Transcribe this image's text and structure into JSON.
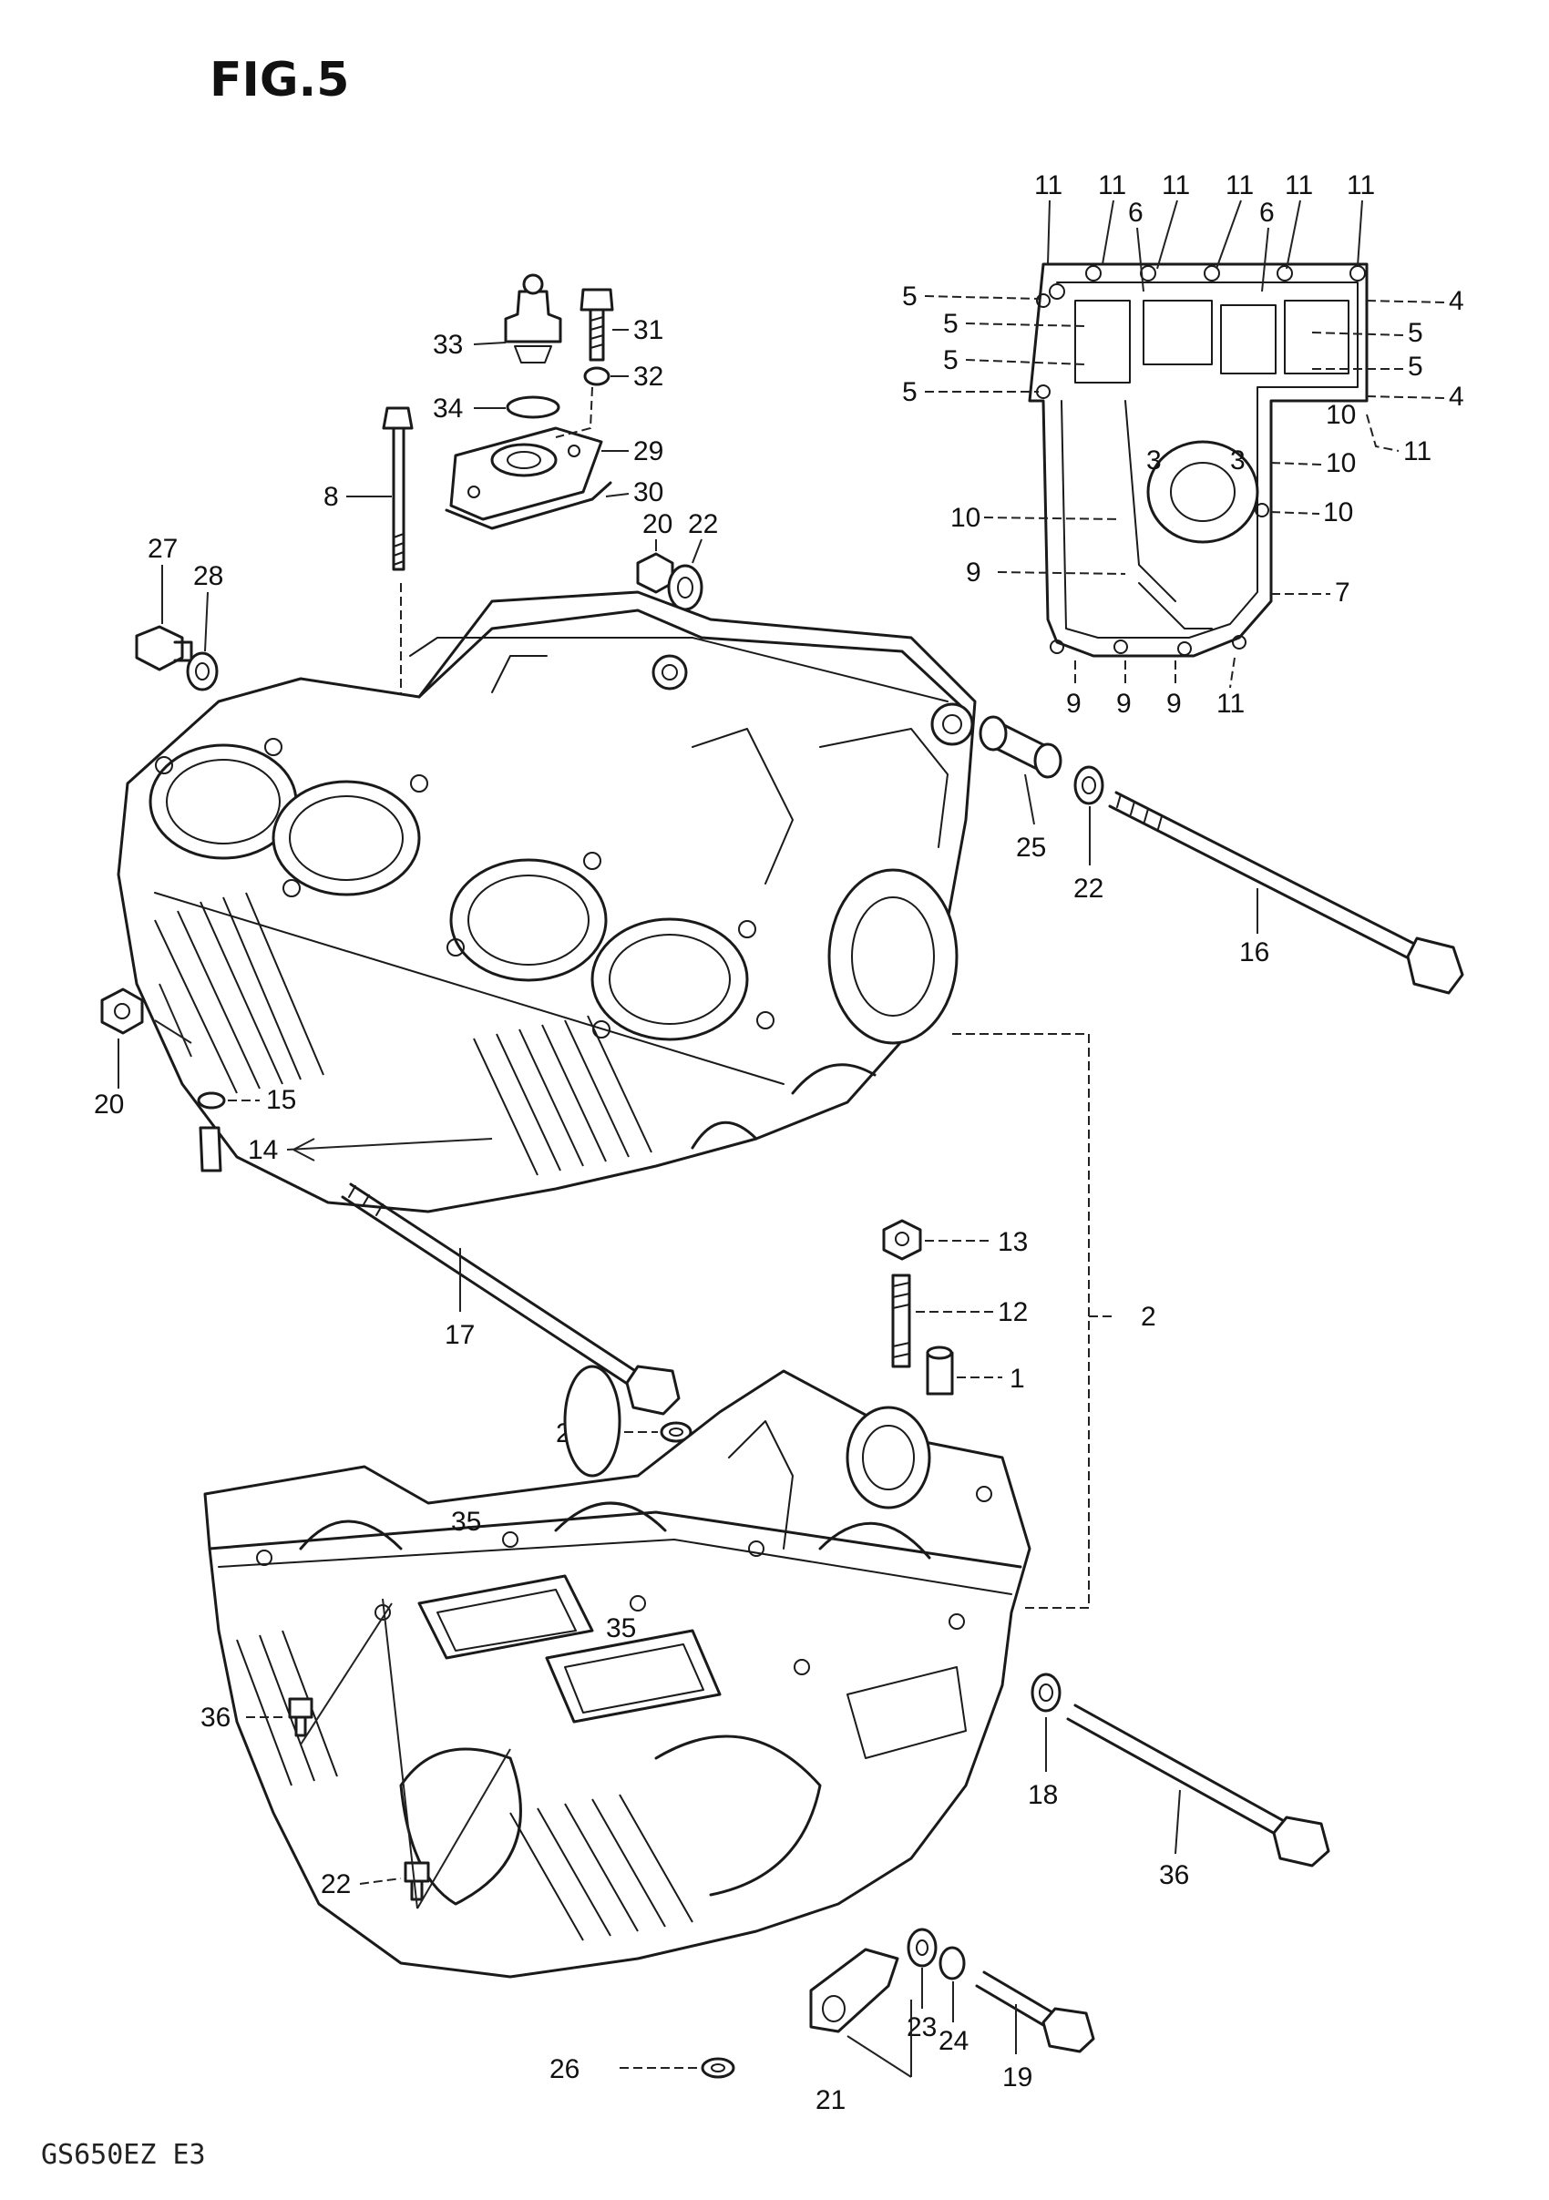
{
  "figure": {
    "title": "FIG.5",
    "model_code": "GS650EZ E3"
  },
  "callouts": [
    {
      "id": "c11a",
      "label": "11"
    },
    {
      "id": "c11b",
      "label": "11"
    },
    {
      "id": "c11c",
      "label": "11"
    },
    {
      "id": "c11d",
      "label": "11"
    },
    {
      "id": "c11e",
      "label": "11"
    },
    {
      "id": "c11f",
      "label": "11"
    },
    {
      "id": "c6a",
      "label": "6"
    },
    {
      "id": "c6b",
      "label": "6"
    },
    {
      "id": "c5a",
      "label": "5"
    },
    {
      "id": "c5b",
      "label": "5"
    },
    {
      "id": "c5c",
      "label": "5"
    },
    {
      "id": "c5d",
      "label": "5"
    },
    {
      "id": "c5e",
      "label": "5"
    },
    {
      "id": "c5f",
      "label": "5"
    },
    {
      "id": "c4a",
      "label": "4"
    },
    {
      "id": "c4b",
      "label": "4"
    },
    {
      "id": "c10a",
      "label": "10"
    },
    {
      "id": "c10b",
      "label": "10"
    },
    {
      "id": "c10c",
      "label": "10"
    },
    {
      "id": "c10d",
      "label": "10"
    },
    {
      "id": "c11g",
      "label": "11"
    },
    {
      "id": "c3a",
      "label": "3"
    },
    {
      "id": "c3b",
      "label": "3"
    },
    {
      "id": "c9a",
      "label": "9"
    },
    {
      "id": "c9b",
      "label": "9"
    },
    {
      "id": "c9c",
      "label": "9"
    },
    {
      "id": "c9d",
      "label": "9"
    },
    {
      "id": "c7",
      "label": "7"
    },
    {
      "id": "c11h",
      "label": "11"
    },
    {
      "id": "c33",
      "label": "33"
    },
    {
      "id": "c31",
      "label": "31"
    },
    {
      "id": "c32",
      "label": "32"
    },
    {
      "id": "c34",
      "label": "34"
    },
    {
      "id": "c29",
      "label": "29"
    },
    {
      "id": "c30",
      "label": "30"
    },
    {
      "id": "c8",
      "label": "8"
    },
    {
      "id": "c20a",
      "label": "20"
    },
    {
      "id": "c22a",
      "label": "22"
    },
    {
      "id": "c27",
      "label": "27"
    },
    {
      "id": "c28",
      "label": "28"
    },
    {
      "id": "c25",
      "label": "25"
    },
    {
      "id": "c22b",
      "label": "22"
    },
    {
      "id": "c16",
      "label": "16"
    },
    {
      "id": "c20b",
      "label": "20"
    },
    {
      "id": "c15",
      "label": "15"
    },
    {
      "id": "c14",
      "label": "14"
    },
    {
      "id": "c17",
      "label": "17"
    },
    {
      "id": "c13",
      "label": "13"
    },
    {
      "id": "c12",
      "label": "12"
    },
    {
      "id": "c1",
      "label": "1"
    },
    {
      "id": "c2",
      "label": "2"
    },
    {
      "id": "c26a",
      "label": "26"
    },
    {
      "id": "c35a",
      "label": "35"
    },
    {
      "id": "c35b",
      "label": "35"
    },
    {
      "id": "c36a",
      "label": "36"
    },
    {
      "id": "c22c",
      "label": "22"
    },
    {
      "id": "c18",
      "label": "18"
    },
    {
      "id": "c36b",
      "label": "36"
    },
    {
      "id": "c23",
      "label": "23"
    },
    {
      "id": "c24",
      "label": "24"
    },
    {
      "id": "c26b",
      "label": "26"
    },
    {
      "id": "c21",
      "label": "21"
    },
    {
      "id": "c19",
      "label": "19"
    }
  ],
  "colors": {
    "ink": "#1a1a1a",
    "paper": "#ffffff"
  }
}
